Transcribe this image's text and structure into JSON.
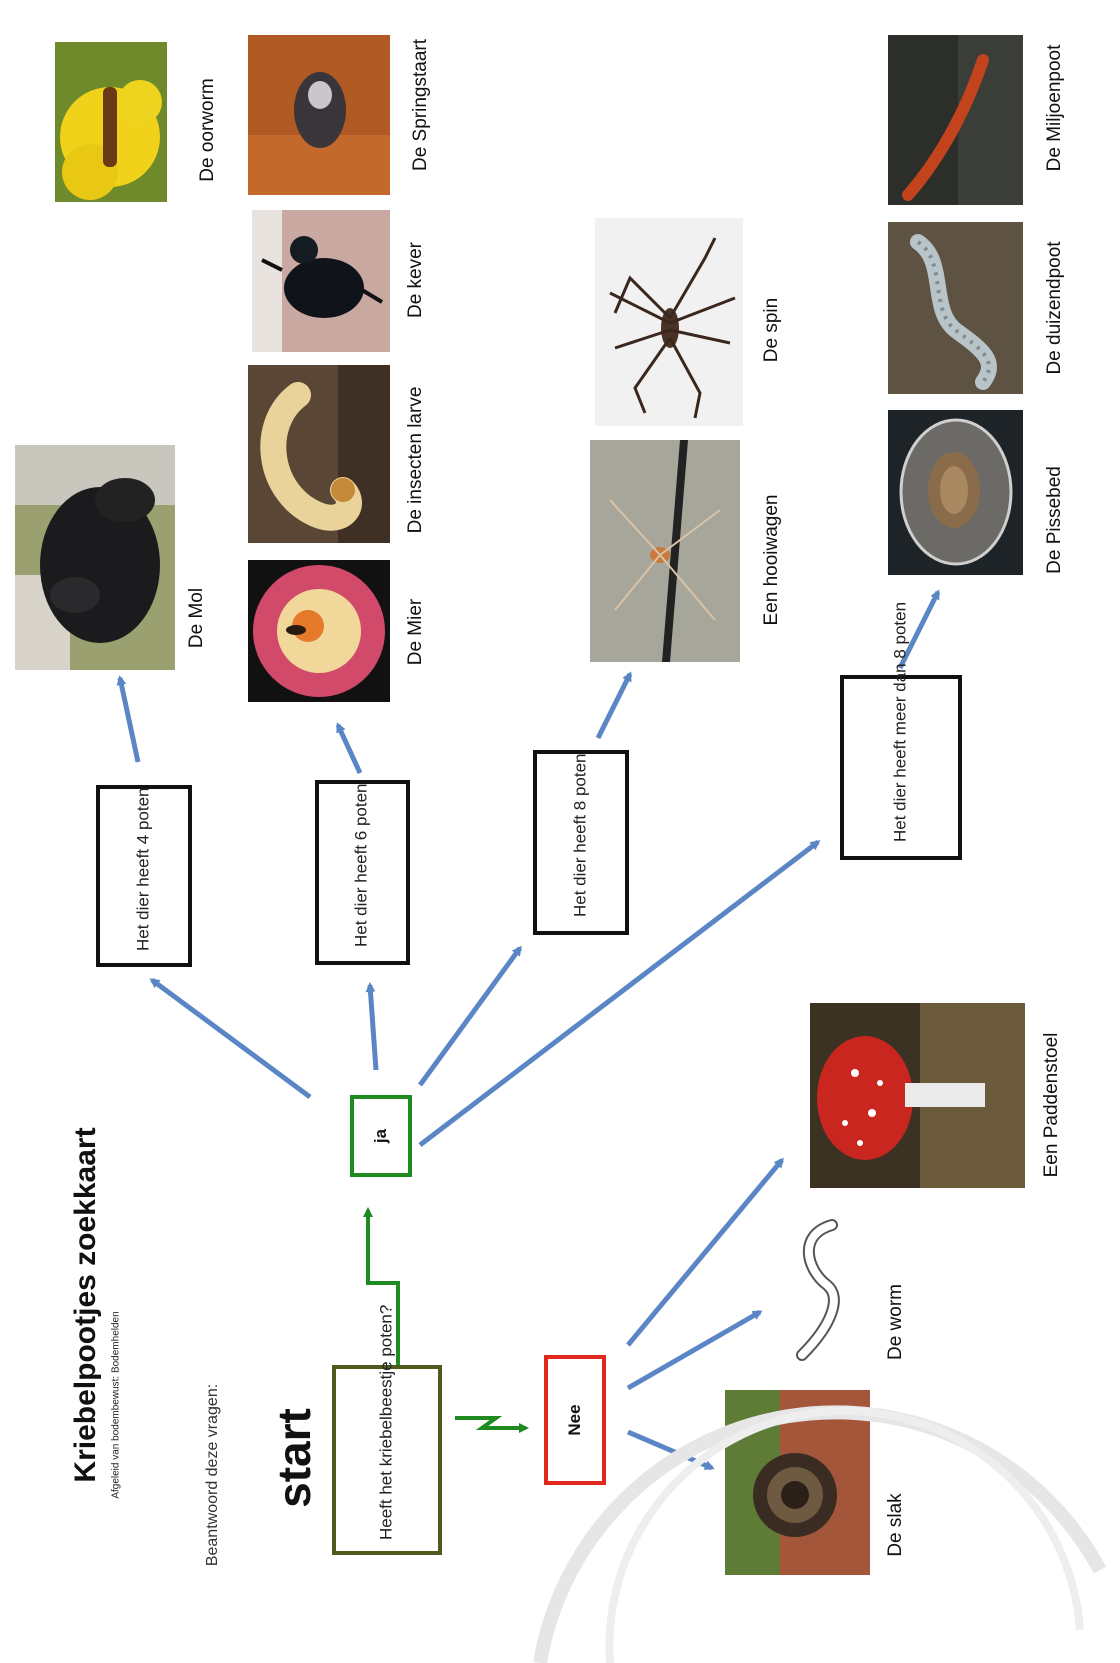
{
  "title": "Kriebelpootjes zoekkaart",
  "subtitle": "Afgeleid van bodembewust: Bodemhelden",
  "instruction": "Beantwoord deze vragen:",
  "start_label": "start",
  "question": "Heeft het kriebelbeestje poten?",
  "yes_label": "ja",
  "no_label": "Nee",
  "groups": [
    {
      "text": "Het dier heeft 4 poten"
    },
    {
      "text": "Het dier heeft 6 poten"
    },
    {
      "text": "Het dier heeft 8 poten"
    },
    {
      "text": "Het dier heeft meer dan 8 poten"
    }
  ],
  "animals": {
    "mol": "De Mol",
    "oorworm": "De oorworm",
    "mier": "De Mier",
    "larve": "De insecten larve",
    "kever": "De kever",
    "springstaart": "De Springstaart",
    "hooiwagen": "Een hooiwagen",
    "spin": "De spin",
    "pissebed": "De Pissebed",
    "duizendpoot": "De duizendpoot",
    "miljoenpoot": "De Miljoenpoot",
    "slak": "De slak",
    "worm": "De worm",
    "paddenstoel": "Een Paddenstoel"
  },
  "colors": {
    "yes_green": "#1f8a1f",
    "question_border": "#4d5b1f",
    "no_red": "#e0281c",
    "arrow_blue": "#5b86c5",
    "box_black": "#111111"
  }
}
